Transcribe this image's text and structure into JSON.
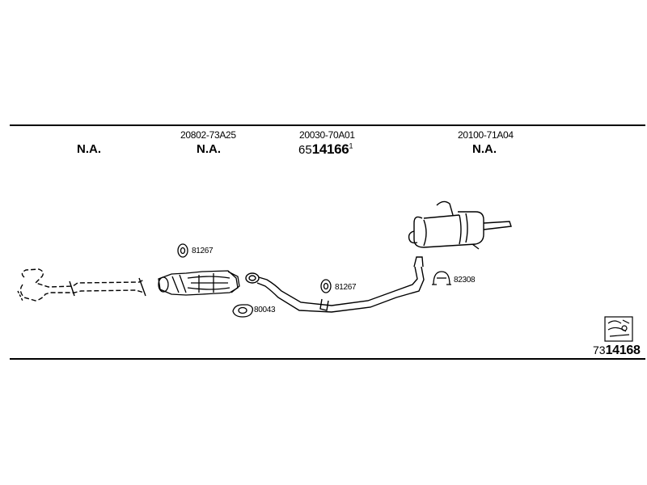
{
  "columns": [
    {
      "oem": "",
      "status": "N.A."
    },
    {
      "oem": "20802-73A25",
      "status": "N.A."
    },
    {
      "oem": "20030-70A01",
      "part_prefix": "65",
      "part_main": "14166",
      "part_suffix": "1"
    },
    {
      "oem": "20100-71A04",
      "status": "N.A."
    }
  ],
  "parts": {
    "gasket_cat": "81267",
    "flange_gasket": "80043",
    "gasket_pipe": "81267",
    "clamp": "82308"
  },
  "footer": {
    "set_prefix": "73",
    "set_main": "14168"
  }
}
